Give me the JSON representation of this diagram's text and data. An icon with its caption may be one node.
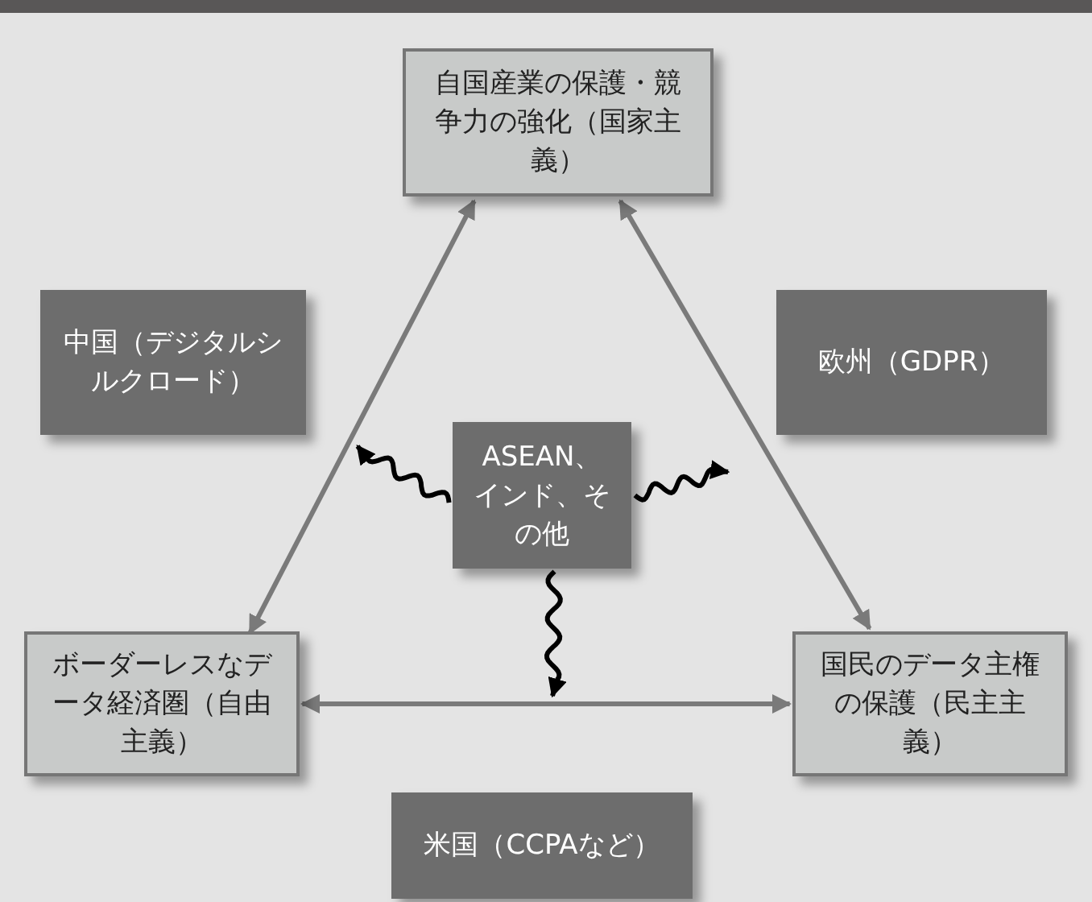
{
  "diagram": {
    "nodes": [
      {
        "text": [
          "自国産業の保護・競争力の強化（国家主義）"
        ]
      },
      {
        "text": [
          "中国（デジタルシルクロード）"
        ]
      },
      {
        "text": [
          "欧州（GDPR）"
        ]
      },
      {
        "text": [
          "ASEAN、インド、その他"
        ]
      },
      {
        "text": [
          "ボーダーレスなデータ経済圏（自由主義）"
        ]
      },
      {
        "text": [
          "国民のデータ主権の保護（民主主義）"
        ]
      },
      {
        "text": [
          "米国（CCPAなど）"
        ]
      }
    ],
    "edges": [
      {
        "from": 4,
        "to": 0,
        "arrow": "both"
      },
      {
        "from": 0,
        "to": 5,
        "arrow": "both"
      },
      {
        "from": 4,
        "to": 5,
        "arrow": "both"
      },
      {
        "from": 3,
        "to": null,
        "arrow": "to",
        "color": "#000000"
      },
      {
        "from": 3,
        "to": null,
        "arrow": "to",
        "color": "#000000"
      },
      {
        "from": 3,
        "to": null,
        "arrow": "to",
        "color": "#000000"
      }
    ]
  }
}
